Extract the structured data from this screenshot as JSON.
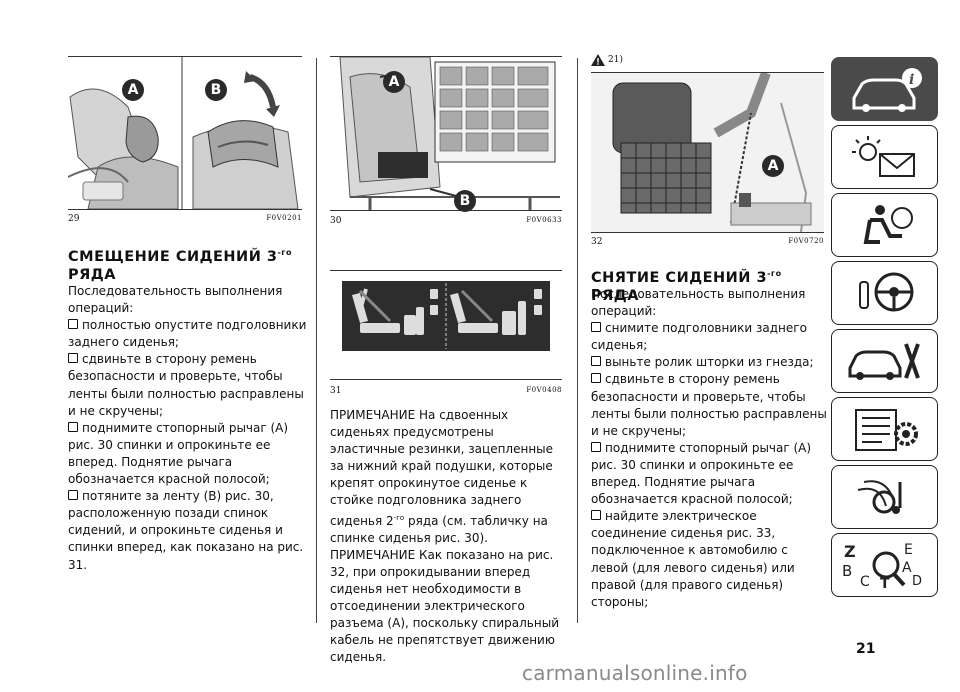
{
  "figures": {
    "fig29": {
      "number": "29",
      "code": "F0V0201",
      "labels": [
        "A",
        "B"
      ]
    },
    "fig30": {
      "number": "30",
      "code": "F0V0633",
      "labels": [
        "A",
        "B"
      ]
    },
    "fig31": {
      "number": "31",
      "code": "F0V0408"
    },
    "fig32": {
      "number": "32",
      "code": "F0V0720",
      "labels": [
        "A"
      ],
      "note": "21)"
    }
  },
  "col1": {
    "heading_main": "СМЕЩЕНИЕ СИДЕНИЙ 3",
    "heading_sup": "-го",
    "heading_line2": "РЯДА",
    "intro": "Последовательность выполнения операций:",
    "b1": "полностью опустите подголовники заднего сиденья;",
    "b2": "сдвиньте в сторону ремень безопасности и проверьте, чтобы ленты были полностью расправлены и не скручены;",
    "b3": "поднимите стопорный рычаг (A) рис. 30 спинки и опрокиньте ее вперед. Поднятие рычага обозначается красной полосой;",
    "b4": "потяните за ленту (B) рис. 30, расположенную позади спинок сидений, и опрокиньте сиденья и спинки вперед, как показано на рис. 31."
  },
  "col2": {
    "note1_a": "ПРИМЕЧАНИЕ На сдвоенных сиденьях предусмотрены эластичные резинки, зацепленные за нижний край подушки, которые крепят опрокинутое сиденье к стойке подголовника заднего сиденья 2",
    "note1_sup": "-го",
    "note1_b": " ряда (см. табличку на спинке сиденья рис. 30).",
    "note2": "ПРИМЕЧАНИЕ Как показано на рис. 32, при опрокидывании вперед сиденья нет необходимости в отсоединении электрического разъема (A), поскольку спиральный кабель не препятствует движению сиденья."
  },
  "col3": {
    "heading_main": "СНЯТИЕ СИДЕНИЙ 3",
    "heading_sup": "-го",
    "heading_rest": " РЯДА",
    "intro": "Последовательность выполнения операций:",
    "b1": "снимите подголовники заднего сиденья;",
    "b2": "выньте ролик шторки из гнезда;",
    "b3": "сдвиньте в сторону ремень безопасности и проверьте, чтобы ленты были полностью расправлены и не скручены;",
    "b4": "поднимите стопорный рычаг (A) рис. 30 спинки и опрокиньте ее вперед. Поднятие рычага обозначается красной полосой;",
    "b5": "найдите электрическое соединение сиденья рис. 33, подключенное к автомобилю с левой (для левого сиденья) или правой (для правого сиденья) стороны;"
  },
  "sidebar": {
    "icons": [
      "car-info-icon",
      "warning-lights-icon",
      "airbag-safety-icon",
      "steering-wheel-icon",
      "car-tools-icon",
      "specs-gear-icon",
      "multimedia-icon",
      "index-icon"
    ],
    "index_letters": [
      "Z",
      "E",
      "B",
      "A",
      "C",
      "T",
      "D"
    ],
    "active": 0
  },
  "page_number": "21",
  "watermark": "carmanualsonline.info",
  "colors": {
    "sidebar_active": "#4a4a4a",
    "badge": "#2a2a2a"
  }
}
